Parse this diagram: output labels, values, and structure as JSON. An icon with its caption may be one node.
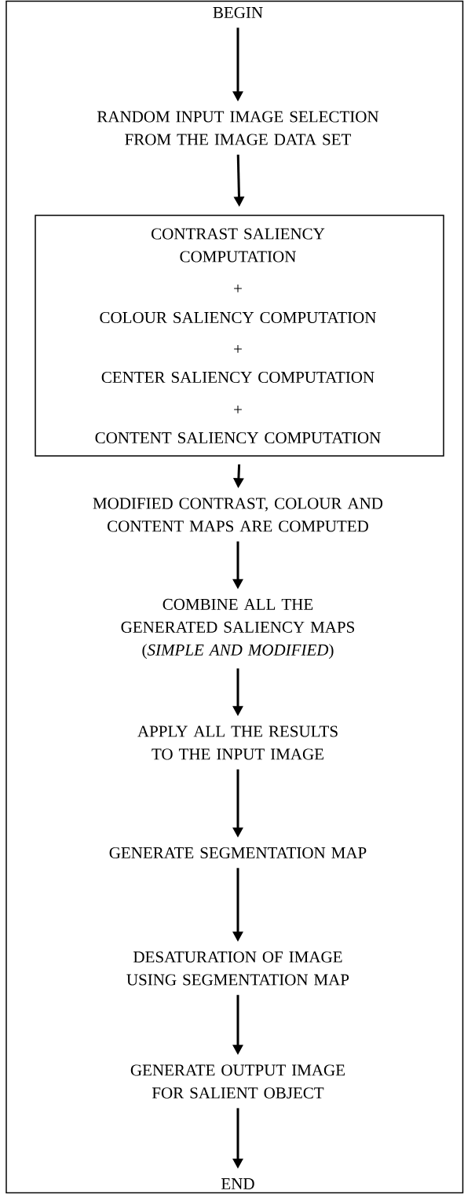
{
  "diagram": {
    "nodes": [
      {
        "text": [
          "BEGIN"
        ]
      },
      {
        "text": [
          "RANDOM INPUT IMAGE SELECTION FROM THE IMAGE DATA SET"
        ]
      },
      {
        "text": [
          "CONTRAST SALIENCY COMPUTATION",
          "+",
          "COLOUR SALIENCY COMPUTATION",
          "+",
          "CENTER SALIENCY COMPUTATION",
          "+",
          "CONTENT SALIENCY COMPUTATION"
        ]
      },
      {
        "text": [
          "MODIFIED CONTRAST, COLOUR AND CONTENT MAPS ARE COMPUTED"
        ]
      },
      {
        "text": [
          "COMBINE ALL THE GENERATED SALIENCY MAPS (*SIMPLE AND MODIFIED*)"
        ]
      },
      {
        "text": [
          "APPLY ALL THE RESULTS TO THE INPUT IMAGE"
        ]
      },
      {
        "text": [
          "GENERATE SEGMENTATION MAP"
        ]
      },
      {
        "text": [
          "DESATURATION OF IMAGE USING SEGMENTATION MAP"
        ]
      },
      {
        "text": [
          "GENERATE OUTPUT IMAGE FOR SALIENT OBJECT"
        ]
      },
      {
        "text": [
          "END"
        ]
      }
    ],
    "edges": [
      {
        "from": 0,
        "to": 1,
        "arrow": "to"
      },
      {
        "from": 1,
        "to": 2,
        "arrow": "to"
      },
      {
        "from": 2,
        "to": 3,
        "arrow": "to"
      },
      {
        "from": 3,
        "to": 4,
        "arrow": "to"
      },
      {
        "from": 4,
        "to": 5,
        "arrow": "to"
      },
      {
        "from": 5,
        "to": 6,
        "arrow": "to"
      },
      {
        "from": 6,
        "to": 7,
        "arrow": "to"
      },
      {
        "from": 7,
        "to": 8,
        "arrow": "to"
      },
      {
        "from": 8,
        "to": 9,
        "arrow": "to"
      }
    ]
  }
}
